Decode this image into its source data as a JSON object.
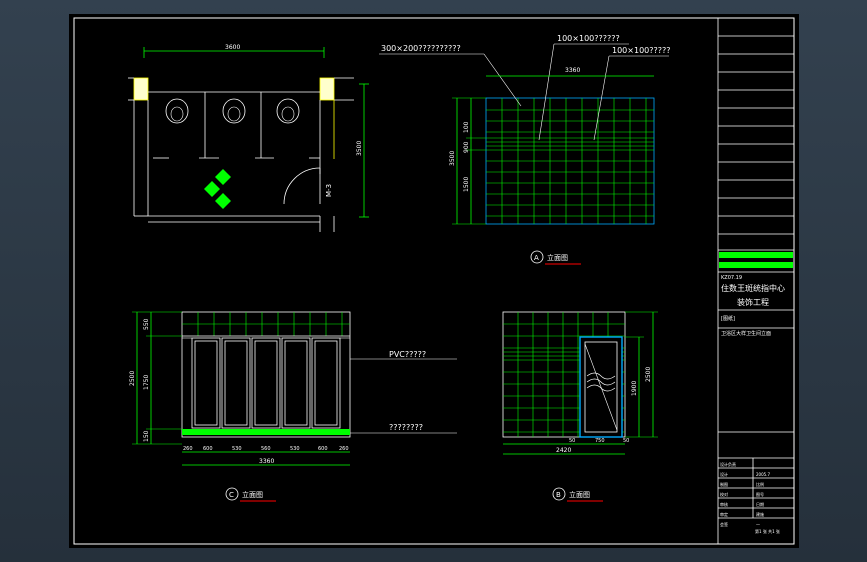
{
  "plan": {
    "dim_top": "3600",
    "dim_right": "3500",
    "door_label": "M-3"
  },
  "elevation_a": {
    "label_top": "300×200??????????",
    "label_mid": "100×100??????",
    "label_right": "100×100?????",
    "dim_top": "3360",
    "dim_a": "100",
    "dim_b": "900",
    "dim_c": "1500",
    "dim_total": "3500",
    "caption_mark": "A",
    "caption": "立面图"
  },
  "elevation_c": {
    "label_pvc": "PVC?????",
    "label_bottom": "????????",
    "dims_left": [
      "550",
      "1750",
      "150"
    ],
    "dim_total": "2500",
    "dims_bottom": [
      "260",
      "600",
      "530",
      "560",
      "530",
      "600",
      "260"
    ],
    "dim_bottom_total": "3360",
    "caption_mark": "C",
    "caption": "立面图"
  },
  "elevation_b": {
    "dim_door_h": "1900",
    "dim_total": "2500",
    "dim_left": "50",
    "dim_door_w": "750",
    "dim_right": "50",
    "dim_bottom_total": "2420",
    "caption_mark": "B",
    "caption": "立面图"
  },
  "title_block": {
    "company_code": "KZ07.19",
    "project": "住数王斑统指中心",
    "project_sub": "装饰工程",
    "drawing_code": "[图纸]",
    "drawing_name": "卫浴区大样卫生间立面",
    "rows": [
      "设计负责",
      "设计",
      "制图",
      "校对",
      "审核",
      "审定",
      "会签"
    ],
    "values": [
      "2005.7",
      "比例",
      "图号",
      "日期",
      "建施",
      "一"
    ],
    "sheet": "第1 张 共1 张"
  },
  "colors": {
    "background": "#000000",
    "frame": "#ffffff",
    "grid": "#00ff00",
    "dim": "#00ff00",
    "wall": "#ffff00",
    "accent": "#ff0000",
    "edge": "#00aaff"
  }
}
